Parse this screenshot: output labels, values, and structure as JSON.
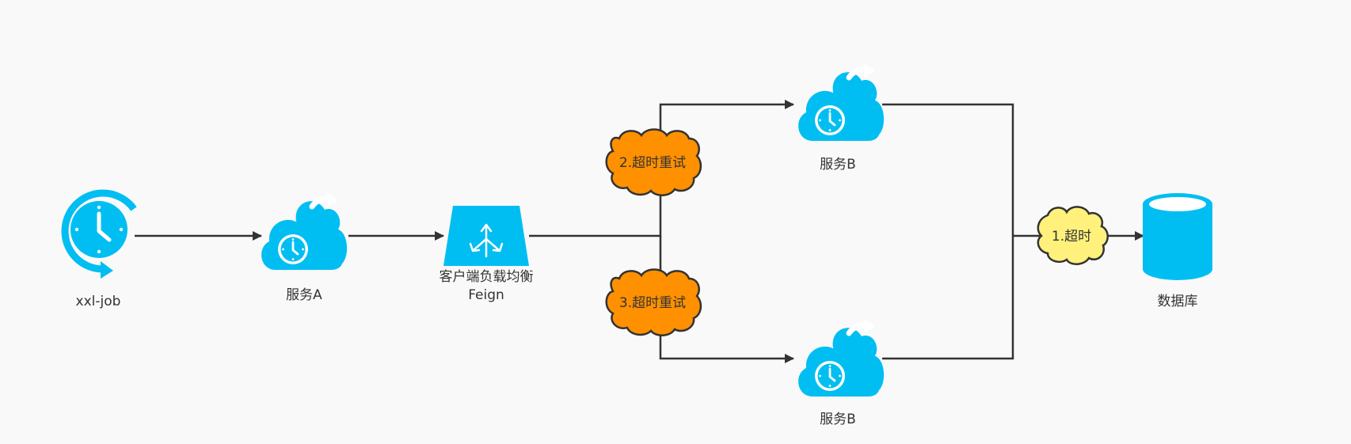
{
  "nodes": {
    "xxl_job": {
      "label": "xxl-job",
      "icon": "scheduled-job-icon"
    },
    "service_a": {
      "label": "服务A",
      "icon": "cloud-service-icon"
    },
    "feign": {
      "label_line1": "客户端负载均衡",
      "label_line2": "Feign",
      "icon": "load-balancer-icon"
    },
    "service_b_top": {
      "label": "服务B",
      "icon": "cloud-service-icon"
    },
    "service_b_bottom": {
      "label": "服务B",
      "icon": "cloud-service-icon"
    },
    "database": {
      "label": "数据库",
      "icon": "database-icon"
    }
  },
  "annotations": {
    "timeout": {
      "label": "1.超时",
      "color": "#fff17c"
    },
    "retry_2": {
      "label": "2.超时重试",
      "color": "#ff9000"
    },
    "retry_3": {
      "label": "3.超时重试",
      "color": "#ff9000"
    }
  },
  "colors": {
    "icon": "#00bef2",
    "edge": "#333333",
    "background": "#f9f9f9"
  }
}
